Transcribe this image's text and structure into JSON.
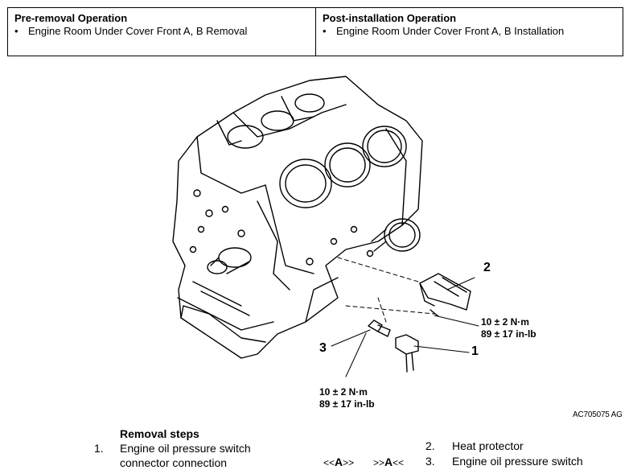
{
  "operations": {
    "pre_removal": {
      "heading": "Pre-removal Operation",
      "item": "Engine Room Under Cover Front A, B Removal"
    },
    "post_installation": {
      "heading": "Post-installation Operation",
      "item": "Engine Room Under Cover Front A, B Installation"
    }
  },
  "figure": {
    "callouts": {
      "c1": "1",
      "c2": "2",
      "c3": "3"
    },
    "torque_upper": {
      "nm": "10 ± 2 N·m",
      "inlb": "89 ± 17 in-lb"
    },
    "torque_lower": {
      "nm": "10 ± 2 N·m",
      "inlb": "89 ± 17 in-lb"
    },
    "code": "AC705075 AG"
  },
  "removal": {
    "title": "Removal steps",
    "steps": [
      {
        "num": "1.",
        "line1": "Engine oil pressure switch",
        "line2": "connector connection"
      },
      {
        "num": "2.",
        "text": "Heat protector"
      },
      {
        "num": "3.",
        "text": "Engine oil pressure switch"
      }
    ],
    "markers": {
      "a1": {
        "pre": "<<",
        "letter": "A",
        "post": ">>"
      },
      "a2": {
        "pre": ">>",
        "letter": "A",
        "post": "<<"
      }
    }
  }
}
